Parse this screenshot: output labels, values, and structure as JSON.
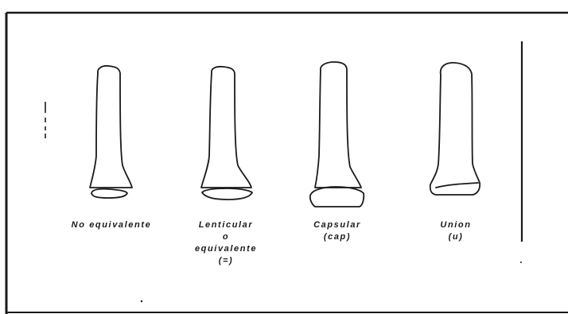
{
  "stages": [
    {
      "id": "no-equivalente",
      "caption_lines": [
        "No equivalente"
      ]
    },
    {
      "id": "lenticular",
      "caption_lines": [
        "Lenticular",
        "o",
        "equivalente",
        "(=)"
      ]
    },
    {
      "id": "capsular",
      "caption_lines": [
        "Capsular",
        "(cap)"
      ]
    },
    {
      "id": "union",
      "caption_lines": [
        "Union",
        "(u)"
      ]
    }
  ],
  "colors": {
    "ink": "#1a1a1a",
    "background": "#ffffff"
  }
}
